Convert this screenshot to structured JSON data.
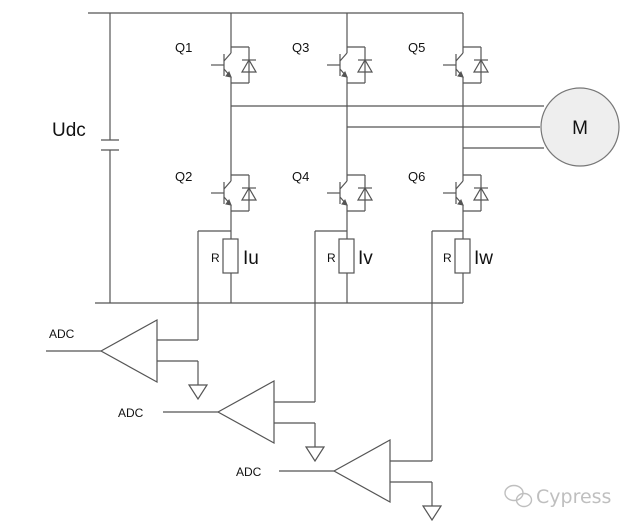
{
  "supply": {
    "label": "Udc"
  },
  "motor": {
    "label": "M"
  },
  "transistors": [
    {
      "label": "Q1"
    },
    {
      "label": "Q3"
    },
    {
      "label": "Q5"
    },
    {
      "label": "Q2"
    },
    {
      "label": "Q4"
    },
    {
      "label": "Q6"
    }
  ],
  "shunts": [
    {
      "resistor_label": "R",
      "current_label": "Iu"
    },
    {
      "resistor_label": "R",
      "current_label": "Iv"
    },
    {
      "resistor_label": "R",
      "current_label": "Iw"
    }
  ],
  "amplifiers": [
    {
      "output_label": "ADC"
    },
    {
      "output_label": "ADC"
    },
    {
      "output_label": "ADC"
    }
  ],
  "watermark": {
    "text": "Cypress",
    "icon": "wechat-icon"
  },
  "colors": {
    "line": "#555555",
    "motor_fill": "#eeeeee",
    "watermark": "#bfbfbf"
  }
}
